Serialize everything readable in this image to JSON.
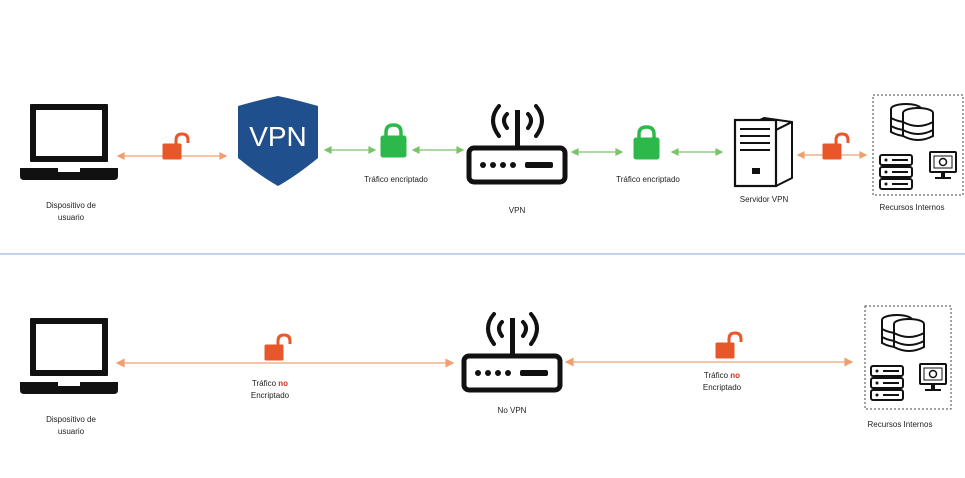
{
  "colors": {
    "black": "#111111",
    "shield": "#1f4f8c",
    "lock_green": "#2db84c",
    "lock_orange": "#e8572a",
    "arrow_green": "#7ac36a",
    "arrow_orange": "#f0a070",
    "divider": "#8aa4d6",
    "red_text": "#d32f1e"
  },
  "top": {
    "device_label_1": "Dispositivo de",
    "device_label_2": "usuario",
    "vpn_shield_text": "VPN",
    "traffic_label_1": "Tráfico encriptado",
    "router_label": "VPN",
    "traffic_label_2": "Tráfico encriptado",
    "server_label": "Servidor VPN",
    "resources_label": "Recursos Internos"
  },
  "bottom": {
    "device_label_1": "Dispositivo de",
    "device_label_2": "usuario",
    "traffic1_line1_pre": "Tráfico",
    "traffic1_line1_no": "no",
    "traffic1_line2": "Encriptado",
    "router_label": "No VPN",
    "traffic2_line1_pre": "Tráfico",
    "traffic2_line1_no": "no",
    "traffic2_line2": "Encriptado",
    "resources_label": "Recursos Internos"
  }
}
